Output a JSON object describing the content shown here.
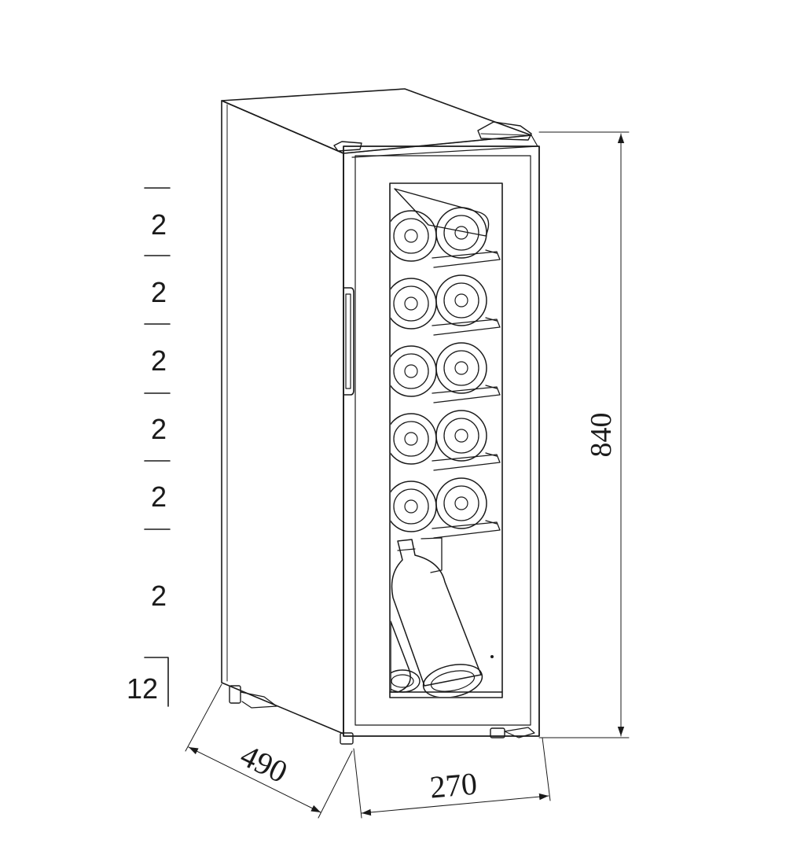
{
  "diagram": {
    "dimensions": {
      "height": "840",
      "width": "270",
      "depth": "490"
    },
    "shelf_labels": [
      "2",
      "2",
      "2",
      "2",
      "2",
      "2"
    ],
    "base_label": "12",
    "colors": {
      "line": "#1a1a1a",
      "background": "#ffffff"
    }
  }
}
